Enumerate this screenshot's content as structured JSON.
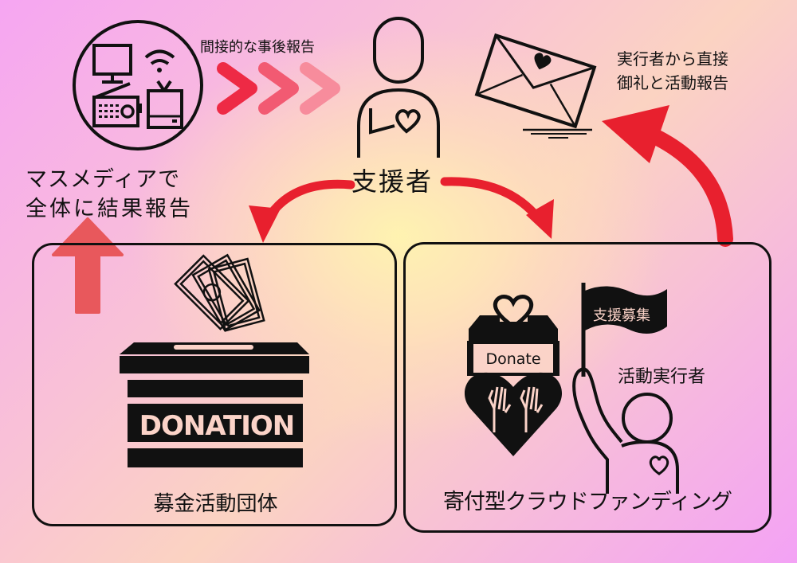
{
  "diagram": {
    "title_nodes": {
      "supporter": "支援者",
      "mass_media_caption_line1": "マスメディアで",
      "mass_media_caption_line2": "全体に結果報告",
      "indirect_report": "間接的な事後報告",
      "direct_report_line1": "実行者から直接",
      "direct_report_line2": "御礼と活動報告"
    },
    "panels": [
      {
        "id": "fundraising-org",
        "caption": "募金活動団体",
        "box_label": "DONATION"
      },
      {
        "id": "crowdfunding",
        "caption": "寄付型クラウドファンディング",
        "box_label": "Donate",
        "flag_text": "支援募集",
        "actor_label": "活動実行者"
      }
    ],
    "colors": {
      "arrow_red": "#e8202e",
      "chevron_1": "#ee2a45",
      "chevron_2": "#f25a72",
      "chevron_3": "#f78c9c",
      "up_arrow": "#e8585c",
      "ink": "#111111"
    }
  }
}
